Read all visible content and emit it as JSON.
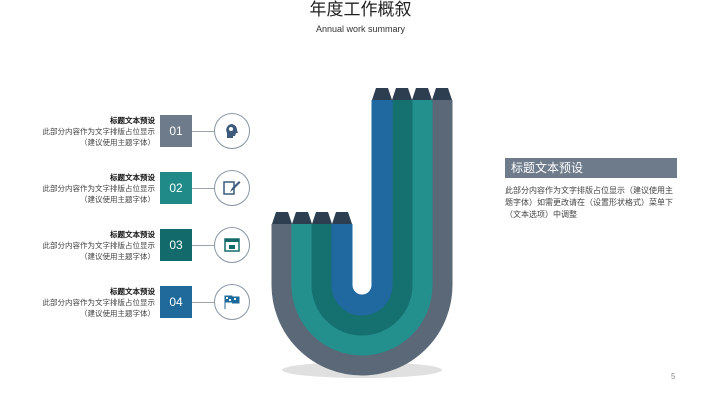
{
  "header": {
    "title": "年度工作概叙",
    "subtitle": "Annual work summary"
  },
  "items": [
    {
      "num": "01",
      "title": "标题文本预设",
      "line1": "此部分内容作为文字排版占位显示",
      "line2": "（建议使用主题字体）",
      "color": "#6e7b8b",
      "icon": "head-gears-icon"
    },
    {
      "num": "02",
      "title": "标题文本预设",
      "line1": "此部分内容作为文字排版占位显示",
      "line2": "（建议使用主题字体）",
      "color": "#1f8a87",
      "icon": "document-edit-icon"
    },
    {
      "num": "03",
      "title": "标题文本预设",
      "line1": "此部分内容作为文字排版占位显示",
      "line2": "（建议使用主题字体）",
      "color": "#136a6a",
      "icon": "browser-window-icon"
    },
    {
      "num": "04",
      "title": "标题文本预设",
      "line1": "此部分内容作为文字排版占位显示",
      "line2": "（建议使用主题字体）",
      "color": "#1f6a9a",
      "icon": "flags-icon"
    }
  ],
  "right": {
    "title": "标题文本预设",
    "body": "此部分内容作为文字排版占位显示（建议使用主题字体）如需更改请在（设置形状格式）菜单下（文本选项）中调整"
  },
  "page": "5"
}
